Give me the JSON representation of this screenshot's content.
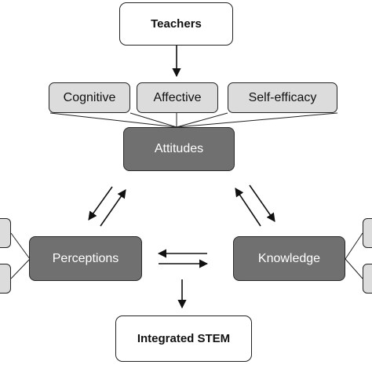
{
  "diagram": {
    "teachers": "Teachers",
    "cognitive": "Cognitive",
    "affective": "Affective",
    "self_efficacy": "Self-efficacy",
    "attitudes": "Attitudes",
    "perceptions": "Perceptions",
    "knowledge": "Knowledge",
    "integrated_stem": "Integrated STEM"
  },
  "colors": {
    "dark_node": "#707070",
    "light_node": "#dcdcdc",
    "white_node": "#ffffff",
    "stroke": "#222222"
  }
}
